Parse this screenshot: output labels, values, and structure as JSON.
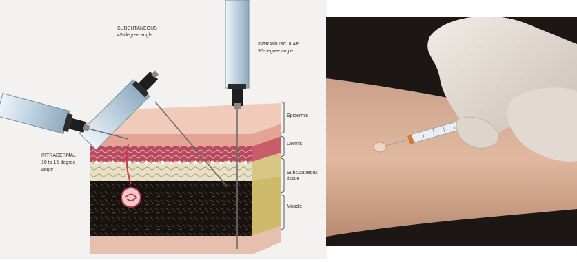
{
  "diagram": {
    "subcutaneous": {
      "title": "SUBCUTANEOUS",
      "angle": "45-degree angle"
    },
    "intramuscular": {
      "title": "INTRAMUSCULAR",
      "angle": "90-degree angle"
    },
    "intradermal": {
      "title": "INTRADERMAL",
      "angle_line1": "10 to 15-degree",
      "angle_line2": "angle"
    },
    "layers": {
      "epidermis": "Epidermis",
      "dermis": "Dermis",
      "subcutaneous_line1": "Subcutaneous",
      "subcutaneous_line2": "tissue",
      "muscle": "Muscle"
    }
  },
  "colors": {
    "epidermis": "#e9b8a4",
    "dermis": "#c95d6a",
    "subcutaneous": "#d8c686",
    "muscle": "#15120f",
    "bone_skin_bottom": "#e6bfae",
    "syringe_body": "#c9dbe8",
    "photo_background": "#1c1614"
  }
}
